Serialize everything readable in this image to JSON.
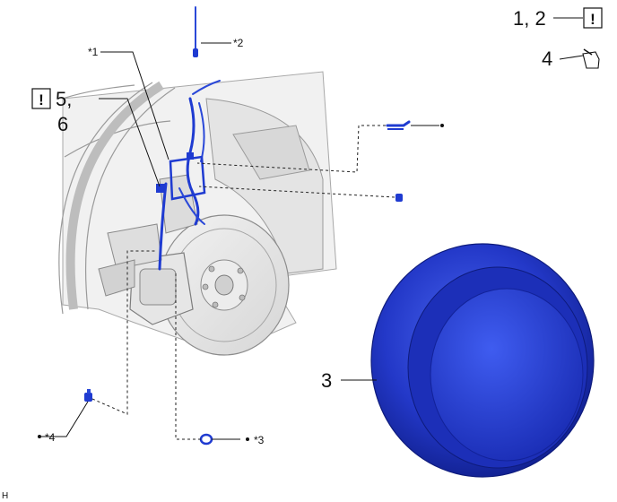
{
  "callouts": {
    "c12": "1, 2",
    "c4": "4",
    "c56_line1": "5,",
    "c56_line2": "6",
    "c3": "3",
    "caution_mark": "!",
    "caution_mark_left": "!"
  },
  "stars": {
    "s1": "*1",
    "s2": "*2",
    "s3": "*3",
    "s4": "*4"
  },
  "footer": {
    "code": "H"
  },
  "colors": {
    "part_blue": "#1f3bd1",
    "tire_dark": "#1a2aa8",
    "tire_light": "#3a55e8",
    "line": "#111111"
  }
}
